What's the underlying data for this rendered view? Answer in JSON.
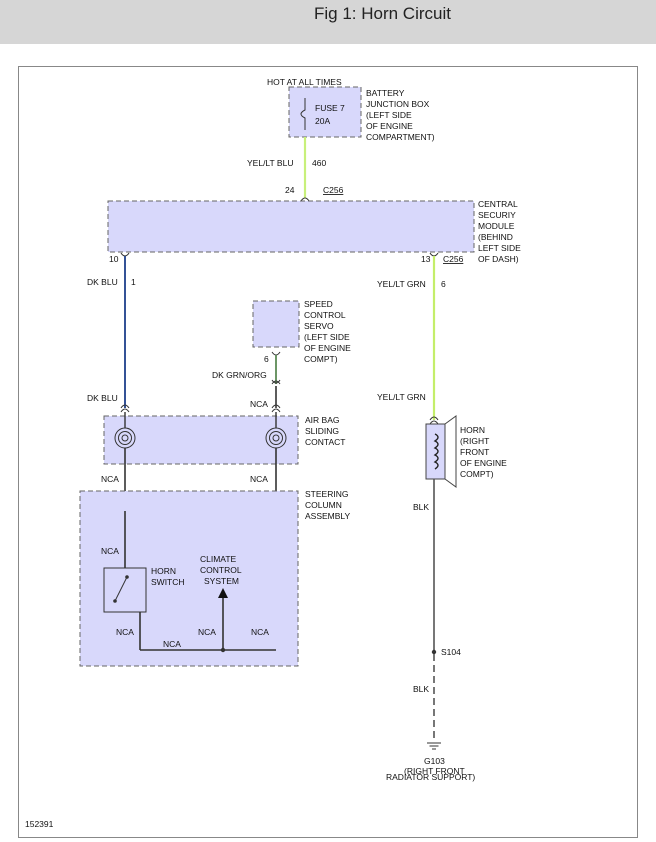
{
  "title": "Fig 1: Horn Circuit",
  "figure_id": "152391",
  "fuse": {
    "label": "FUSE 7",
    "rating": "20A",
    "supply": "HOT AT ALL TIMES",
    "location": [
      "BATTERY",
      "JUNCTION BOX",
      "(LEFT SIDE",
      "OF ENGINE",
      "COMPARTMENT)"
    ]
  },
  "wire_fuse_csm": {
    "color": "YEL/LT BLU",
    "circuit": "460"
  },
  "csm": {
    "name": [
      "CENTRAL",
      "SECURIY",
      "MODULE",
      "(BEHIND",
      "LEFT SIDE",
      "OF DASH)"
    ],
    "pin_top": "24",
    "pin_left": "10",
    "pin_right": "13",
    "connector_top": "C256",
    "connector_right": "C256"
  },
  "wire_left": {
    "color_top": "DK BLU",
    "circuit": "1",
    "color_bottom": "DK BLU"
  },
  "wire_right": {
    "color_top": "YEL/LT GRN",
    "circuit": "6",
    "color_bottom": "YEL/LT GRN"
  },
  "speed_servo": {
    "name": [
      "SPEED",
      "CONTROL",
      "SERVO",
      "(LEFT SIDE",
      "OF ENGINE",
      "COMPT)"
    ],
    "pin": "6",
    "wire_color": "DK GRN/ORG",
    "wire_below": "NCA"
  },
  "airbag_contact": {
    "name": [
      "AIR BAG",
      "SLIDING",
      "CONTACT"
    ]
  },
  "steering_column": {
    "name": [
      "STEERING",
      "COLUMN",
      "ASSEMBLY"
    ],
    "nca_left_top": "NCA",
    "nca_right_top": "NCA",
    "nca_switch_top": "NCA",
    "nca_switch_bottom": "NCA",
    "nca_bottom": "NCA",
    "nca_climate": "NCA",
    "nca_right_bottom": "NCA"
  },
  "horn_switch": {
    "name": [
      "HORN",
      "SWITCH"
    ]
  },
  "climate": {
    "name": [
      "CLIMATE",
      "CONTROL",
      "SYSTEM"
    ]
  },
  "horn": {
    "name": [
      "HORN",
      "(RIGHT",
      "FRONT",
      "OF ENGINE",
      "COMPT)"
    ],
    "ground_wire": "BLK",
    "splice": "S104",
    "ground_wire_2": "BLK"
  },
  "ground": {
    "id": "G103",
    "location": [
      "(RIGHT FRONT",
      "RADIATOR SUPPORT)"
    ]
  },
  "colors": {
    "component_fill": "#d8d8fb",
    "yel_lt_blu": "#c8f07a",
    "yel_lt_grn": "#c4ee6a",
    "dk_blu": "#1d3f8a",
    "dk_grn_org": "#5b8a55",
    "black_wire": "#555555"
  }
}
